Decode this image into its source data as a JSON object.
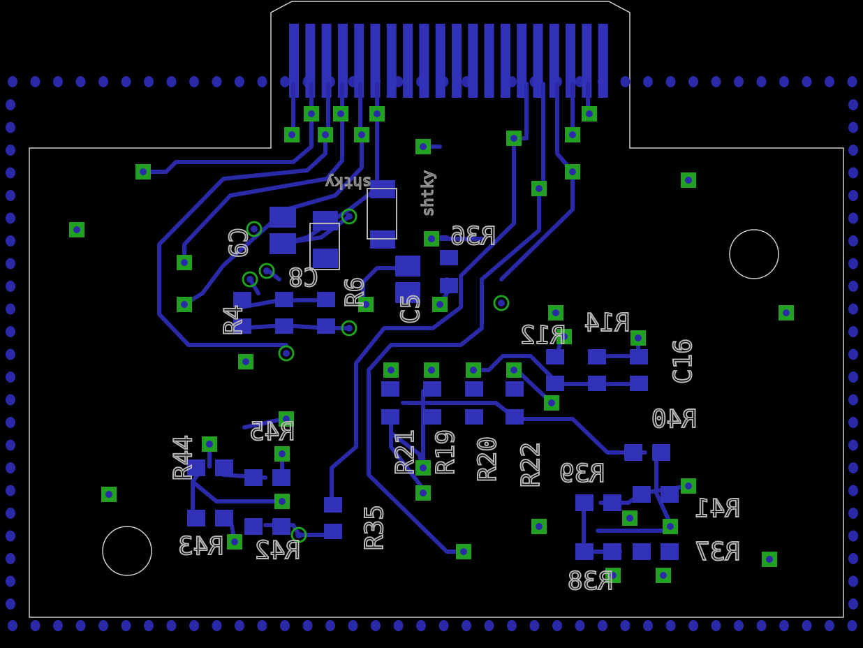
{
  "board": {
    "colors": {
      "background": "#000000",
      "trace": "#2A2AA8",
      "pad": "#3232B8",
      "via_ring": "#22A022",
      "via_hole": "#2A2AA8",
      "outline": "#D0D0D0",
      "silkscreen": "#B8B8B8"
    }
  },
  "components": [
    {
      "designator": "C8"
    },
    {
      "designator": "C9"
    },
    {
      "designator": "C5"
    },
    {
      "designator": "R36"
    },
    {
      "designator": "R4"
    },
    {
      "designator": "R6"
    },
    {
      "designator": "R14"
    },
    {
      "designator": "R12"
    },
    {
      "designator": "C16"
    },
    {
      "designator": "R40"
    },
    {
      "designator": "R45"
    },
    {
      "designator": "R44"
    },
    {
      "designator": "R43"
    },
    {
      "designator": "R42"
    },
    {
      "designator": "R35"
    },
    {
      "designator": "R21"
    },
    {
      "designator": "R19"
    },
    {
      "designator": "R20"
    },
    {
      "designator": "R22"
    },
    {
      "designator": "R39"
    },
    {
      "designator": "R41"
    },
    {
      "designator": "R37"
    },
    {
      "designator": "R38"
    }
  ],
  "silk_extra": [
    {
      "text": "shtky"
    },
    {
      "text": "shtky"
    }
  ]
}
